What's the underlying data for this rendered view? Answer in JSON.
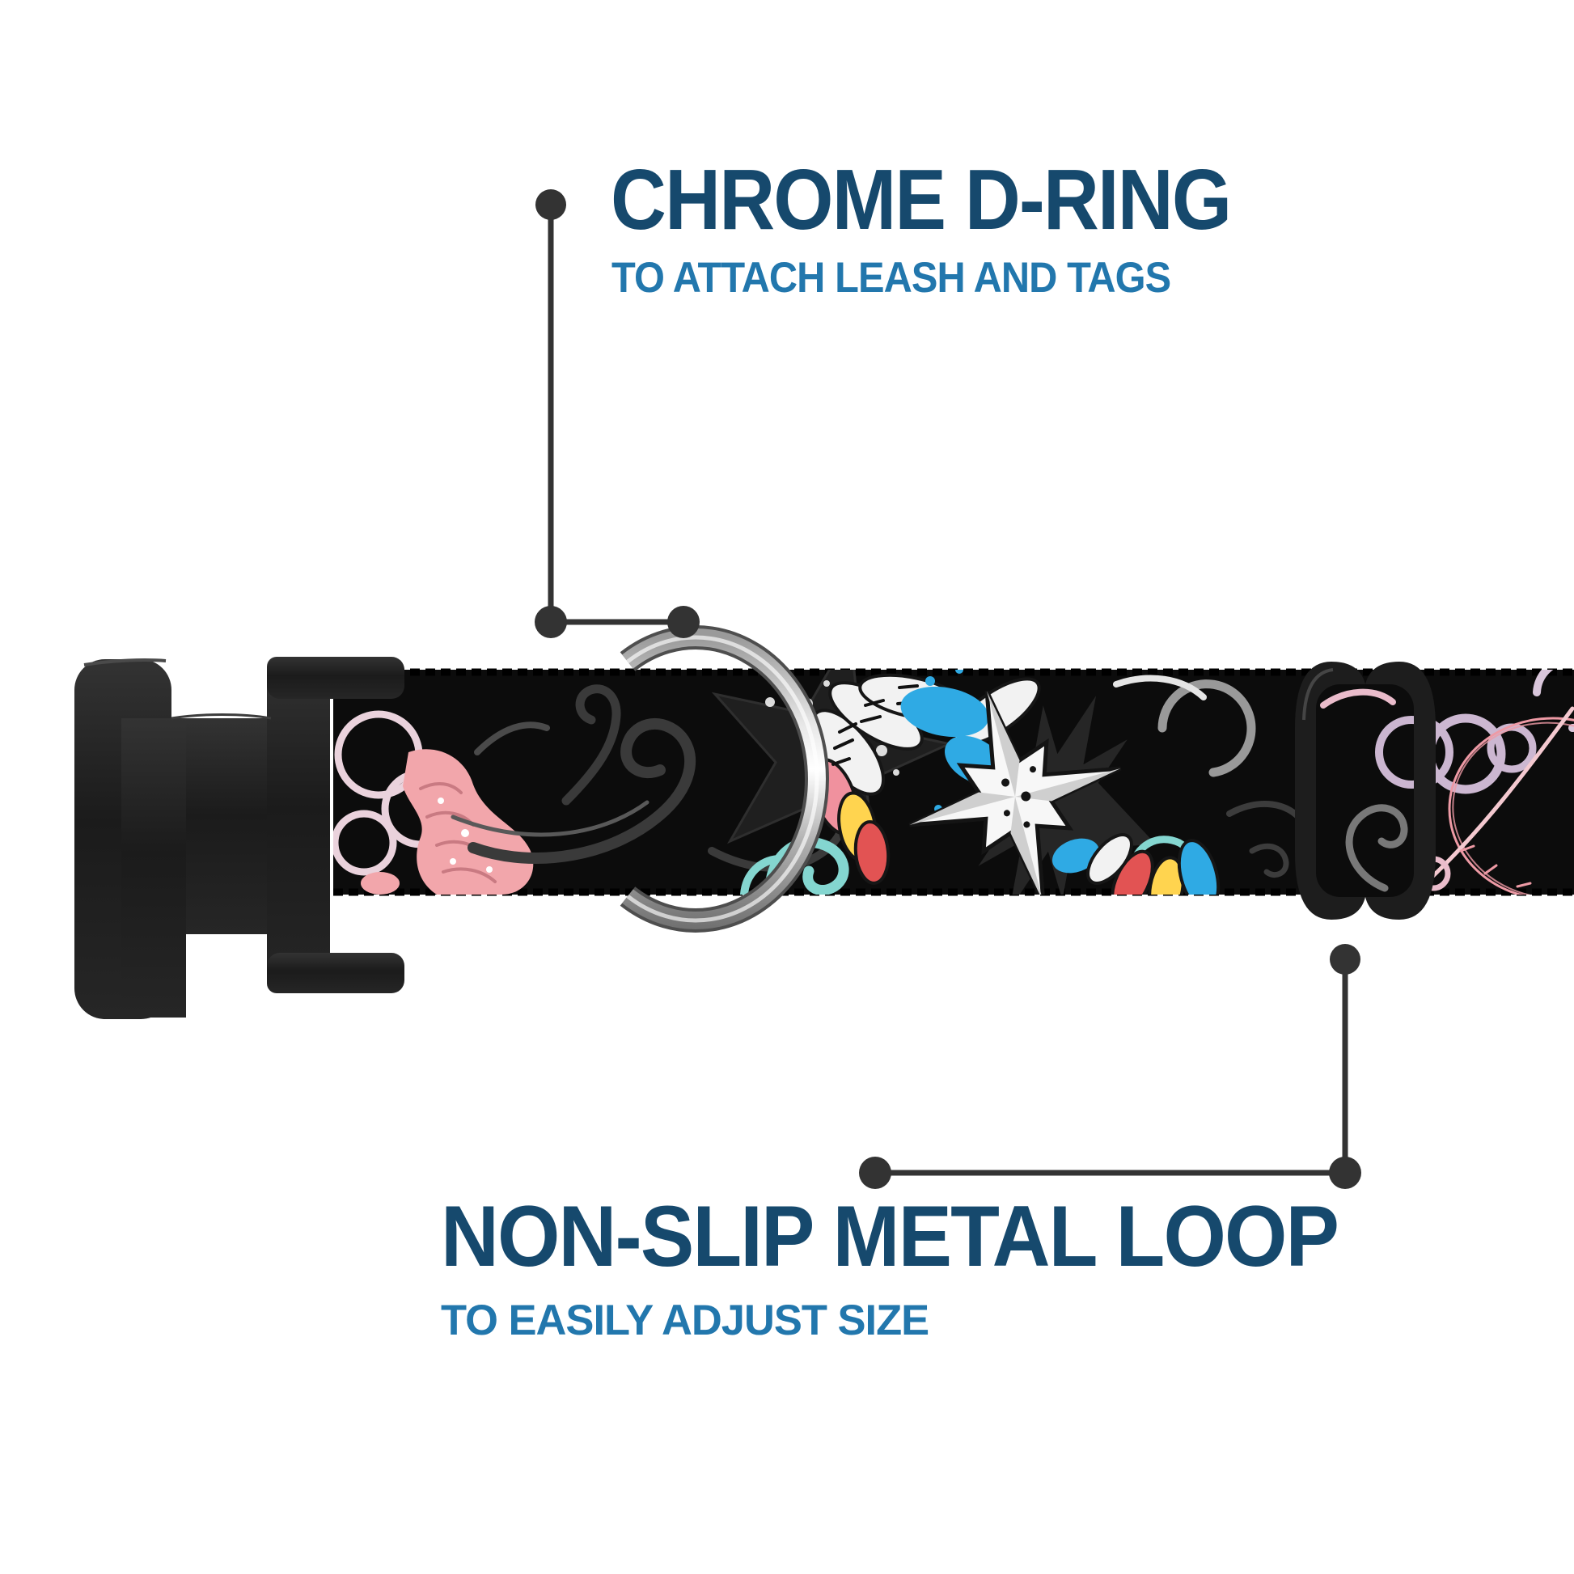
{
  "page": {
    "background": "#ffffff",
    "type": "product-feature-infographic",
    "product": "dog-collar"
  },
  "callouts": [
    {
      "id": "top",
      "title": "CHROME D-RING",
      "subtitle": "TO ATTACH LEASH AND TAGS",
      "points_to": "chrome-d-ring"
    },
    {
      "id": "bottom",
      "title": "NON-SLIP METAL LOOP",
      "subtitle": "TO EASILY ADJUST SIZE",
      "points_to": "metal-loop-slider"
    }
  ],
  "colors": {
    "title_navy": "#16496d",
    "subtitle_blue": "#2277ad",
    "callout_line": "#333333",
    "webbing_black": "#0c0c0c",
    "buckle_black": "#1d1d1d",
    "chrome_light": "#f5f5f5",
    "pattern_teal": "#84d6d0",
    "pattern_pink": "#f2a6ab",
    "pattern_blue": "#2faae4",
    "pattern_yellow": "#ffd44f",
    "pattern_red": "#e25353"
  },
  "collar_parts": {
    "buckle": "plastic-side-release-buckle",
    "d_ring": "chrome-d-ring",
    "slider": "non-slip-metal-loop",
    "webbing": "printed-black-webbing-with-stars-swirls-feathers"
  }
}
